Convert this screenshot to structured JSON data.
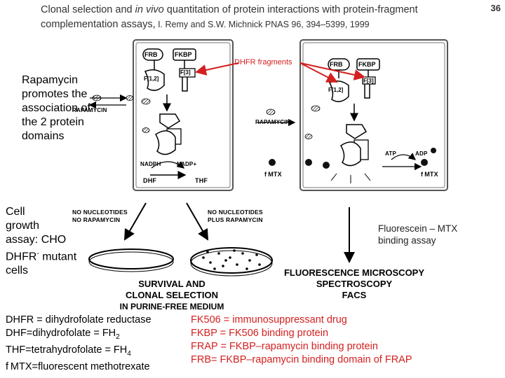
{
  "header": {
    "title_part1": "Clonal selection and ",
    "title_italic": "in vivo",
    "title_part2": " quantitation of protein interactions with protein-fragment",
    "title_line2": "complementation assays,",
    "citation": " I. Remy and S.W. Michnick  PNAS 96, 394–5399, 1999",
    "page_number": "36"
  },
  "left_labels": {
    "rapamycin_note": "Rapamycin promotes the association of the 2 protein domains",
    "cell_growth_l1": "Cell",
    "cell_growth_l2": "growth",
    "cell_growth_l3": "assay: CHO",
    "cell_growth_l4a": "DHFR",
    "cell_growth_sup": "-",
    "cell_growth_l4b": " mutant",
    "cell_growth_l5": "cells"
  },
  "diagram": {
    "frb": "FRB",
    "fkbp": "FKBP",
    "f12": "F[1,2]",
    "f3": "F[3]",
    "dhfr_fragments": "DHFR fragments",
    "rapamycin": "RAPAMYCIN",
    "nadph": "NADPH",
    "nadp": "NADP+",
    "dhf": "DHF",
    "thf": "THF",
    "atp": "ATP",
    "adp": "ADP",
    "fmtx": "f MTX"
  },
  "conditions": {
    "no_nuc_1": "NO NUCLEOTIDES",
    "no_rapa": "NO RAPAMYCIN",
    "no_nuc_2": "NO NUCLEOTIDES",
    "plus_rapa": "PLUS RAPAMYCIN"
  },
  "survival": {
    "line1": "SURVIVAL AND",
    "line2": "CLONAL SELECTION",
    "line3": "IN PURINE-FREE MEDIUM"
  },
  "fluorescence": {
    "note": "Fluorescein – MTX binding assay",
    "line1": "FLUORESCENCE MICROSCOPY",
    "line2": "SPECTROSCOPY",
    "line3": "FACS"
  },
  "legend": {
    "left": [
      {
        "text": "DHFR = dihydrofolate reductase"
      },
      {
        "text": "DHF=dihydrofolate = FH",
        "sub": "2"
      },
      {
        "text": "THF=tetrahydrofolate = FH",
        "sub": "4"
      },
      {
        "text": "f MTX=fluorescent methotrexate"
      }
    ],
    "right": [
      "FK506 = immunosuppressant drug",
      "FKBP = FK506 binding protein",
      "FRAP = FKBP–rapamycin binding protein",
      "FRB= FKBP–rapamycin binding domain of FRAP"
    ]
  },
  "colors": {
    "accent_red": "#d42020",
    "legend_red": "#d42020"
  }
}
